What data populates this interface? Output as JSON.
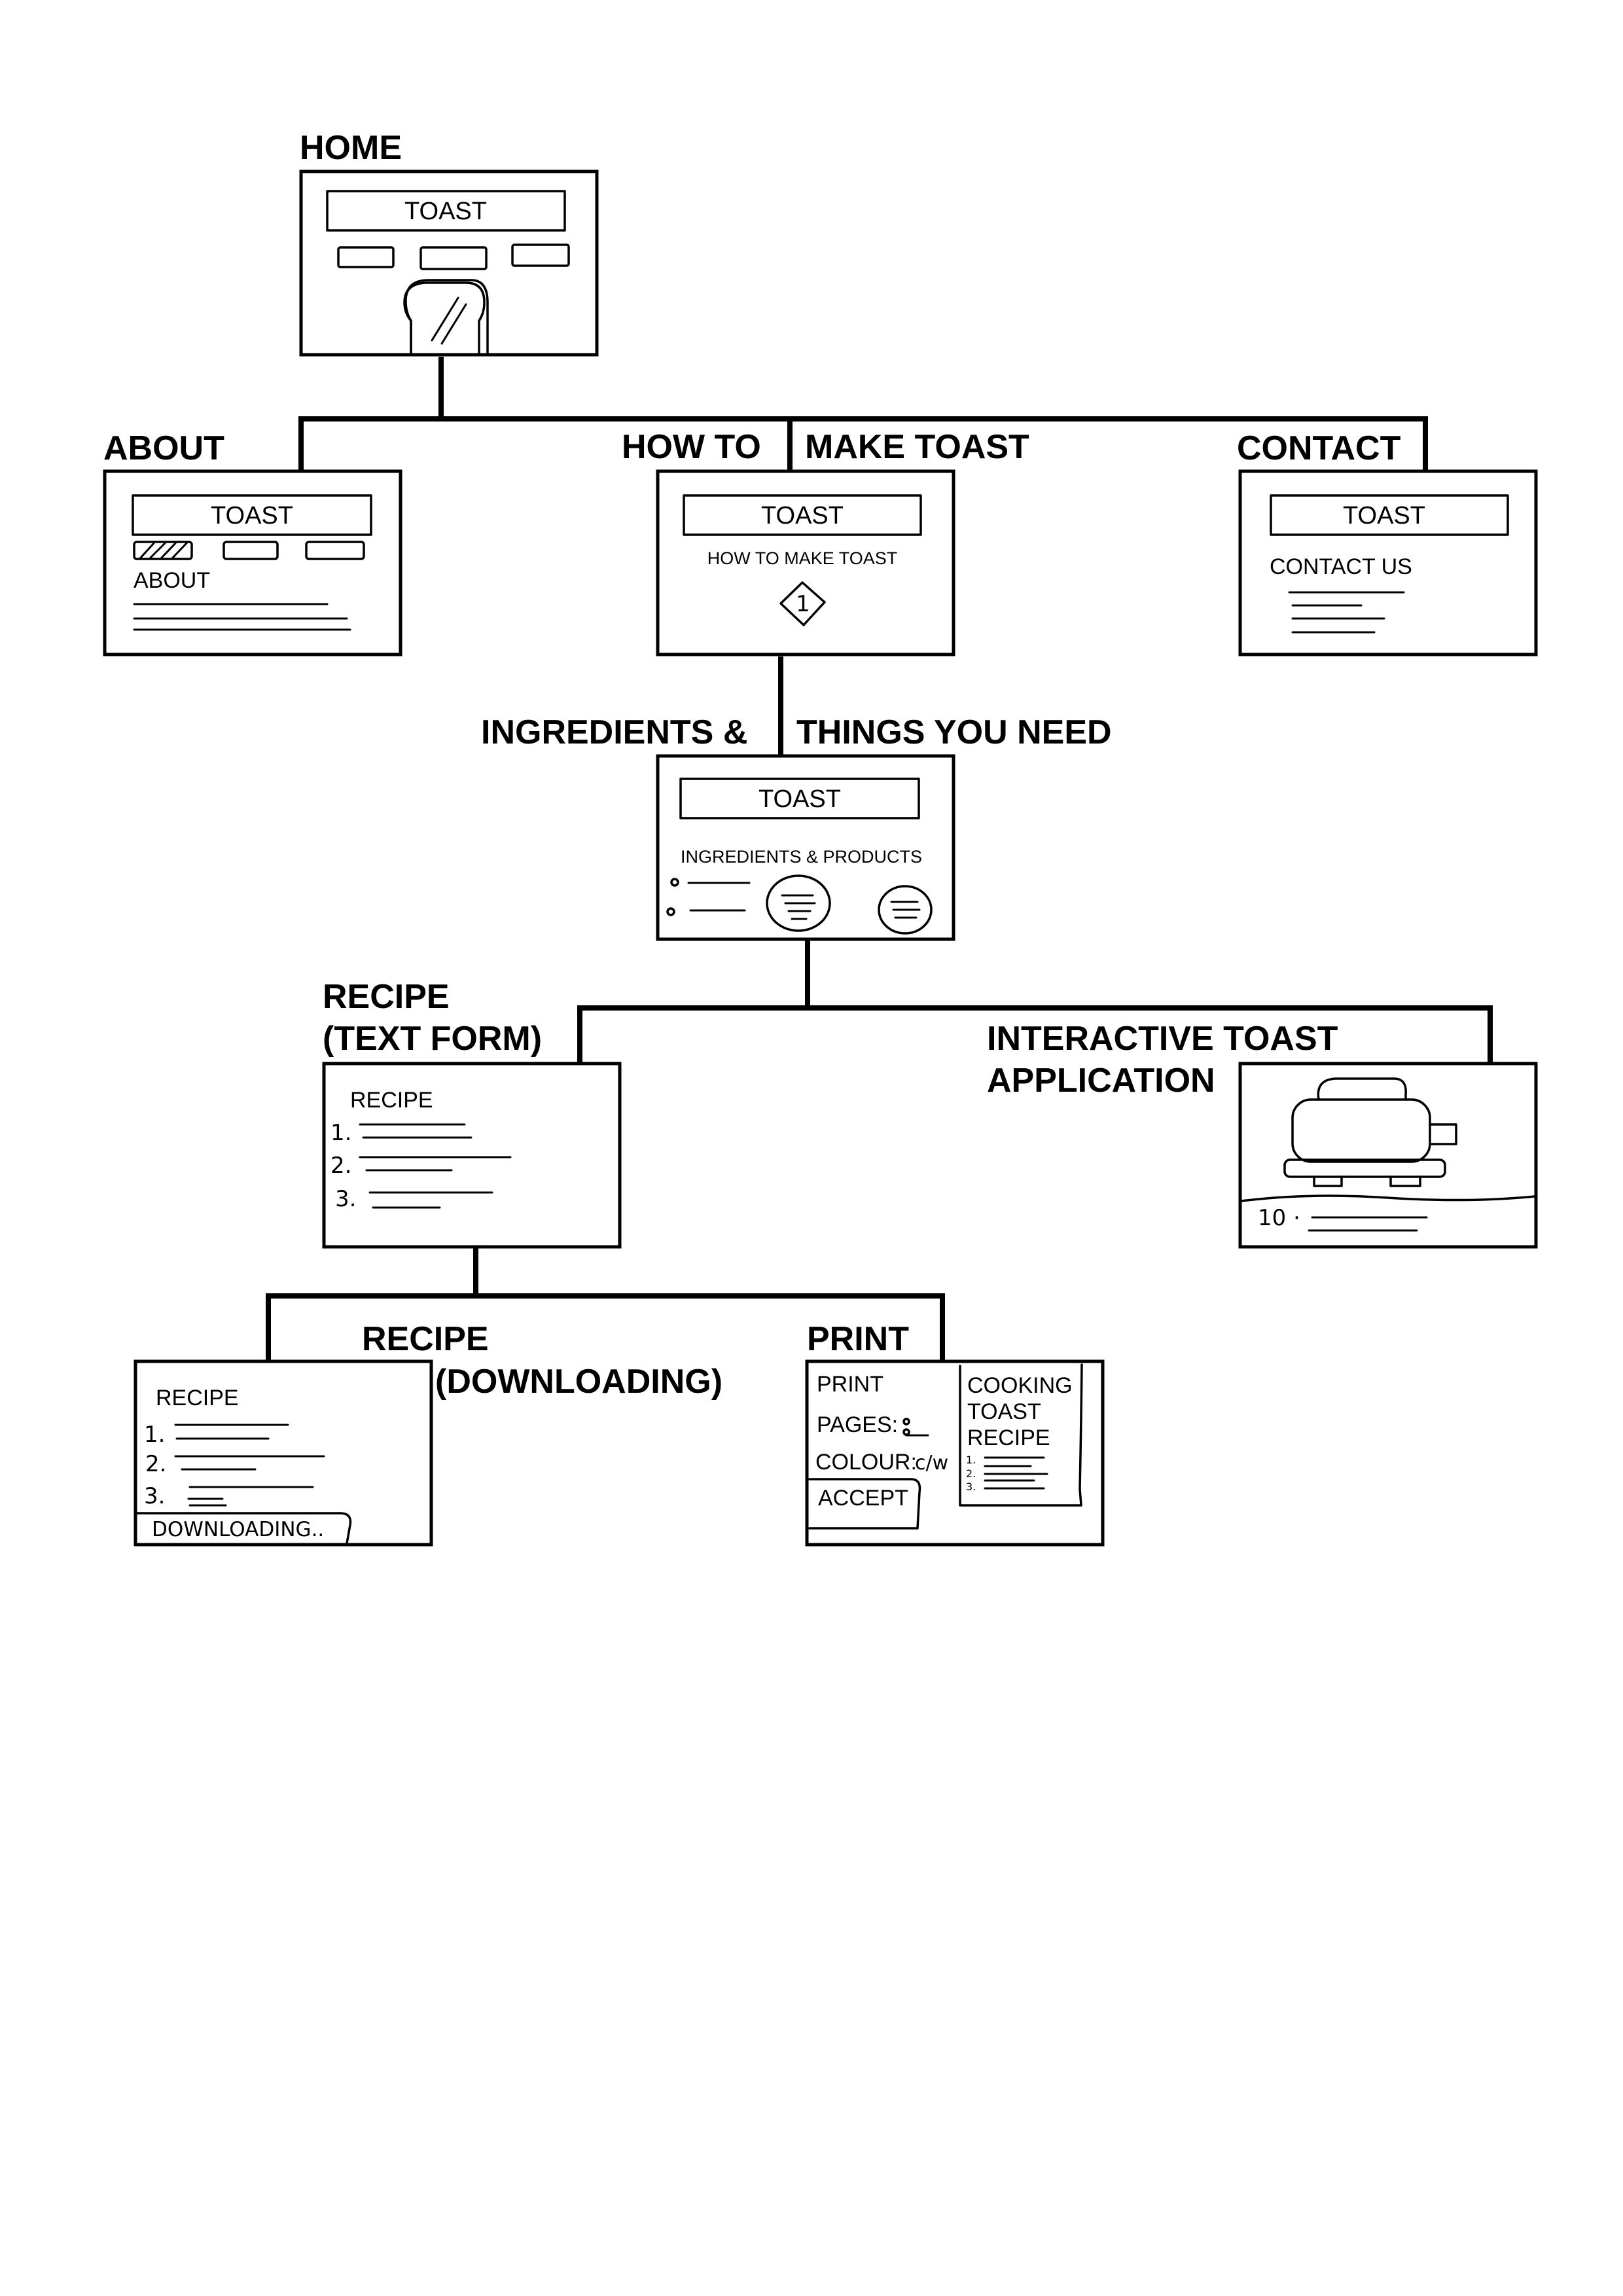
{
  "labels": {
    "home": "HOME",
    "about": "ABOUT",
    "how_to_a": "HOW TO",
    "how_to_b": "MAKE TOAST",
    "contact": "CONTACT",
    "ingredients_a": "INGREDIENTS &",
    "ingredients_b": "THINGS YOU NEED",
    "recipe_text_a": "RECIPE",
    "recipe_text_b": "(TEXT FORM)",
    "interactive_a": "INTERACTIVE TOAST",
    "interactive_b": "APPLICATION",
    "recipe_dl_a": "RECIPE",
    "recipe_dl_b": "(DOWNLOADING)",
    "print": "PRINT"
  },
  "wireframes": {
    "home": {
      "header": "TOAST"
    },
    "about": {
      "header": "TOAST",
      "heading": "ABOUT"
    },
    "how_to": {
      "header": "TOAST",
      "heading": "HOW TO MAKE TOAST",
      "step_number": "1"
    },
    "contact": {
      "header": "TOAST",
      "heading": "CONTACT US"
    },
    "ingredients": {
      "header": "TOAST",
      "heading": "INGREDIENTS & PRODUCTS"
    },
    "recipe_text": {
      "heading": "RECIPE",
      "steps": [
        "1.",
        "2.",
        "3."
      ]
    },
    "interactive": {
      "counter": "10 ·"
    },
    "recipe_download": {
      "heading": "RECIPE",
      "steps": [
        "1.",
        "2.",
        "3."
      ],
      "status": "DOWNLOADING.."
    },
    "print": {
      "heading": "PRINT",
      "pages_label": "PAGES:",
      "colour_label": "COLOUR:",
      "colour_value": "c/w",
      "accept_label": "ACCEPT",
      "preview_title": [
        "COOKING",
        "TOAST",
        "RECIPE"
      ],
      "preview_steps": [
        "1.",
        "2.",
        "3."
      ]
    }
  }
}
